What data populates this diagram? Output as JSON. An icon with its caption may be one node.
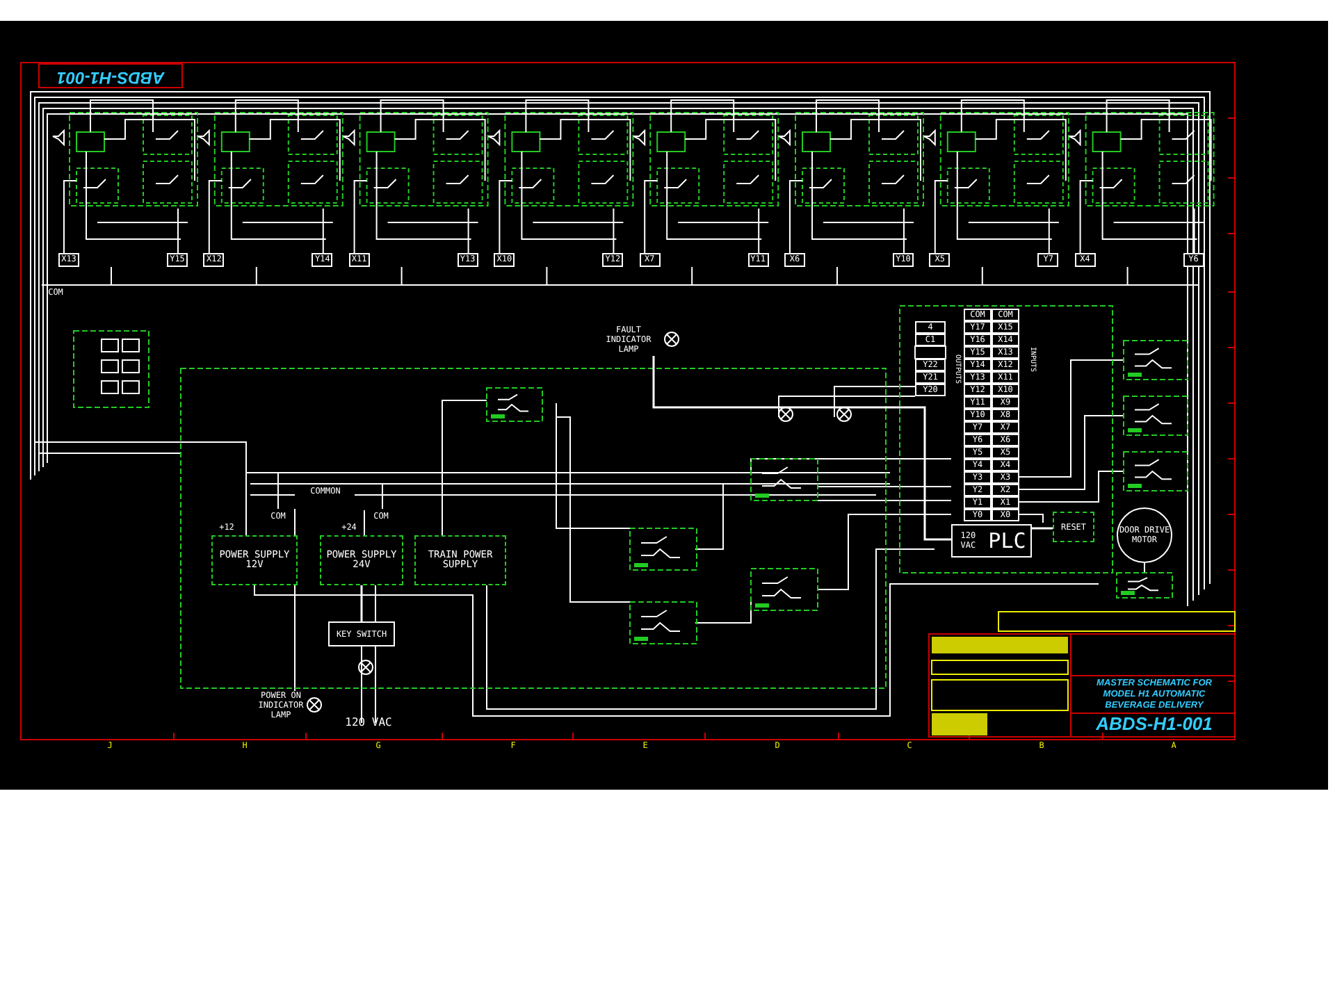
{
  "diagram": {
    "nodes": [
      {
        "text": [
          "120 VAC",
          "PLC"
        ]
      },
      {
        "text": [
          "POWER SUPPLY 12V"
        ]
      },
      {
        "text": [
          "POWER SUPPLY 24V"
        ]
      },
      {
        "text": [
          "TRAIN POWER SUPPLY"
        ]
      },
      {
        "text": [
          "KEY SWITCH"
        ]
      },
      {
        "text": [
          "FAULT INDICATOR LAMP"
        ]
      },
      {
        "text": [
          "POWER ON INDICATOR LAMP"
        ]
      },
      {
        "text": [
          "RESET"
        ]
      },
      {
        "text": [
          "DOOR DRIVE MOTOR"
        ]
      }
    ],
    "edges": [
      {
        "from": 2,
        "to": 4,
        "arrow": "none"
      },
      {
        "from": 5,
        "to": 0,
        "arrow": "none"
      },
      {
        "from": 7,
        "to": 0,
        "arrow": "none"
      }
    ],
    "labels": [
      "ABDS-H1-001",
      "X13",
      "Y15",
      "X12",
      "Y14",
      "X11",
      "Y13",
      "X10",
      "Y12",
      "X7",
      "Y11",
      "X6",
      "Y10",
      "X5",
      "Y7",
      "X4",
      "Y6",
      "COM",
      "COMMON",
      "+12",
      "COM",
      "+24",
      "COM",
      "120 VAC",
      "4",
      "C1",
      "Y22",
      "Y21",
      "Y20",
      "OUTPUTS",
      "INPUTS",
      "COM",
      "COM",
      "Y17",
      "X15",
      "Y16",
      "X14",
      "Y15",
      "X13",
      "Y14",
      "X12",
      "Y13",
      "X11",
      "Y12",
      "X10",
      "Y11",
      "X9",
      "Y10",
      "X8",
      "Y7",
      "X7",
      "Y6",
      "X6",
      "Y5",
      "X5",
      "Y4",
      "X4",
      "Y3",
      "X3",
      "Y2",
      "X2",
      "Y1",
      "X1",
      "Y0",
      "X0",
      "MASTER SCHEMATIC FOR MODEL H1 AUTOMATIC BEVERAGE DELIVERY",
      "ABDS-H1-001",
      "J",
      "H",
      "G",
      "F",
      "E",
      "D",
      "C",
      "B",
      "A"
    ]
  }
}
